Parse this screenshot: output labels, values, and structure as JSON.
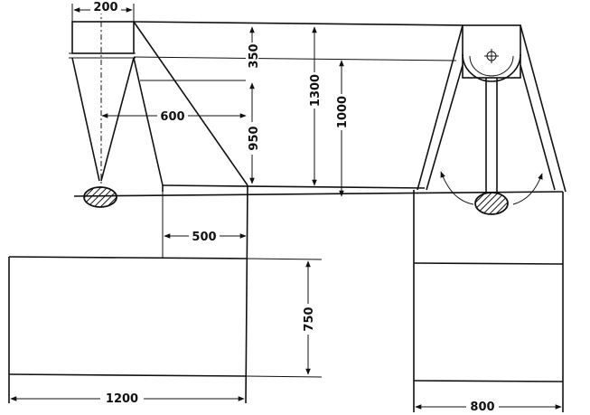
{
  "dimensions": {
    "top_width": "200",
    "upper_height": "350",
    "total_height": "1300",
    "right_height": "1000",
    "offset_600": "600",
    "lower_height": "950",
    "gap_500": "500",
    "block_height": "750",
    "left_block_width": "1200",
    "right_block_width": "800"
  }
}
